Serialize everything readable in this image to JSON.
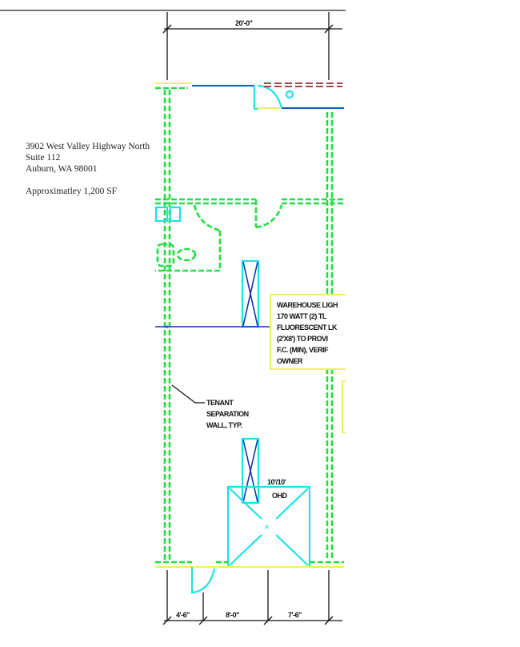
{
  "address": {
    "line1": "3902 West Valley Highway North",
    "line2": "Suite 112",
    "line3": "Auburn, WA  98001",
    "area": "Approximatley 1,200 SF"
  },
  "dimensions": {
    "top": "20'-0\"",
    "bottom": [
      "4'-6\"",
      "8'-0\"",
      "7'-6\""
    ]
  },
  "notes": {
    "lighting": [
      "WAREHOUSE LIGH",
      "170 WATT (2) TL",
      "FLUORESCENT LK",
      "(2'X8') TO PROVI",
      "F.C. (MIN), VERIF",
      "OWNER"
    ],
    "tenant_wall": [
      "TENANT",
      "SEPARATION",
      "WALL, TYP."
    ],
    "door_size": "10'/10'",
    "door_type": "OHD"
  }
}
